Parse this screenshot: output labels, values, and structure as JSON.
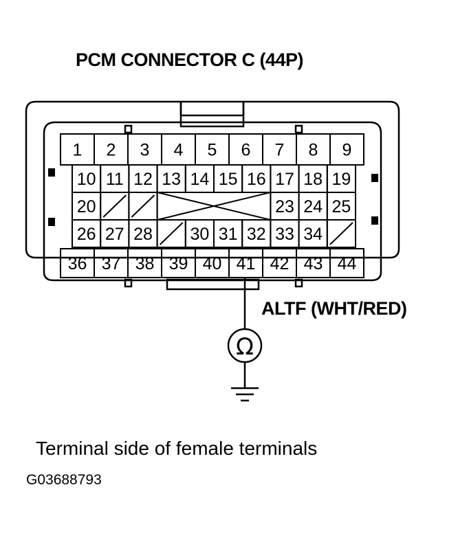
{
  "title": "PCM CONNECTOR C (44P)",
  "wire_label": "ALTF (WHT/RED)",
  "caption": "Terminal side of female terminals",
  "figure_id": "G03688793",
  "meter_symbol": "Ω",
  "probe_terminal": "41",
  "rows": [
    [
      "1",
      "2",
      "3",
      "4",
      "5",
      "6",
      "7",
      "8",
      "9"
    ],
    [
      "10",
      "11",
      "12",
      "13",
      "14",
      "15",
      "16",
      "17",
      "18",
      "19"
    ],
    [
      "20",
      "",
      "",
      "",
      "",
      "",
      "",
      "23",
      "24",
      "25"
    ],
    [
      "26",
      "27",
      "28",
      "",
      "30",
      "31",
      "32",
      "33",
      "34",
      ""
    ],
    [
      "36",
      "37",
      "38",
      "39",
      "40",
      "41",
      "42",
      "43",
      "44"
    ]
  ]
}
